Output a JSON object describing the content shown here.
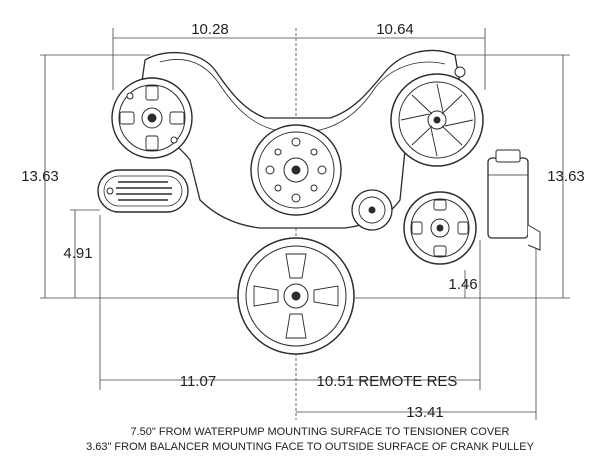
{
  "dimensions": {
    "top_left": "10.28",
    "top_right": "10.64",
    "height_left": "13.63",
    "height_right": "13.63",
    "left_inner": "4.91",
    "right_inner": "1.46",
    "bottom_left": "11.07",
    "bottom_mid": "10.51 REMOTE RES",
    "bottom_total": "13.41"
  },
  "notes": [
    "7.50\" FROM WATERPUMP MOUNTING SURFACE TO TENSIONER COVER",
    "3.63\" FROM BALANCER MOUNTING FACE TO OUTSIDE SURFACE OF CRANK PULLEY"
  ],
  "colors": {
    "line": "#2b2b2b",
    "dim_line": "#333333",
    "part_fill": "#ffffff"
  }
}
